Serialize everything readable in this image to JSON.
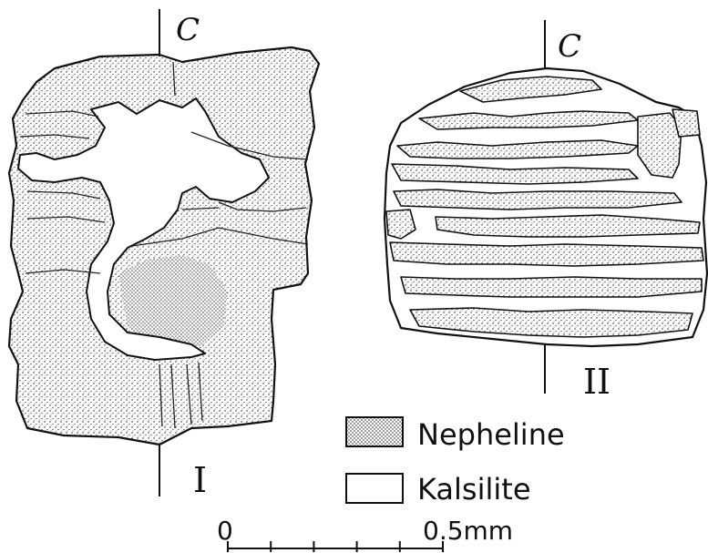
{
  "axis_c_left": "C",
  "axis_c_right": "C",
  "section_left": "I",
  "section_right": "II",
  "legend": {
    "nepheline": "Nepheline",
    "kalsilite": "Kalsilite"
  },
  "scale": {
    "start": "0",
    "end": "0.5mm",
    "divisions": 5
  },
  "colors": {
    "ink": "#111111",
    "paper": "#ffffff"
  }
}
